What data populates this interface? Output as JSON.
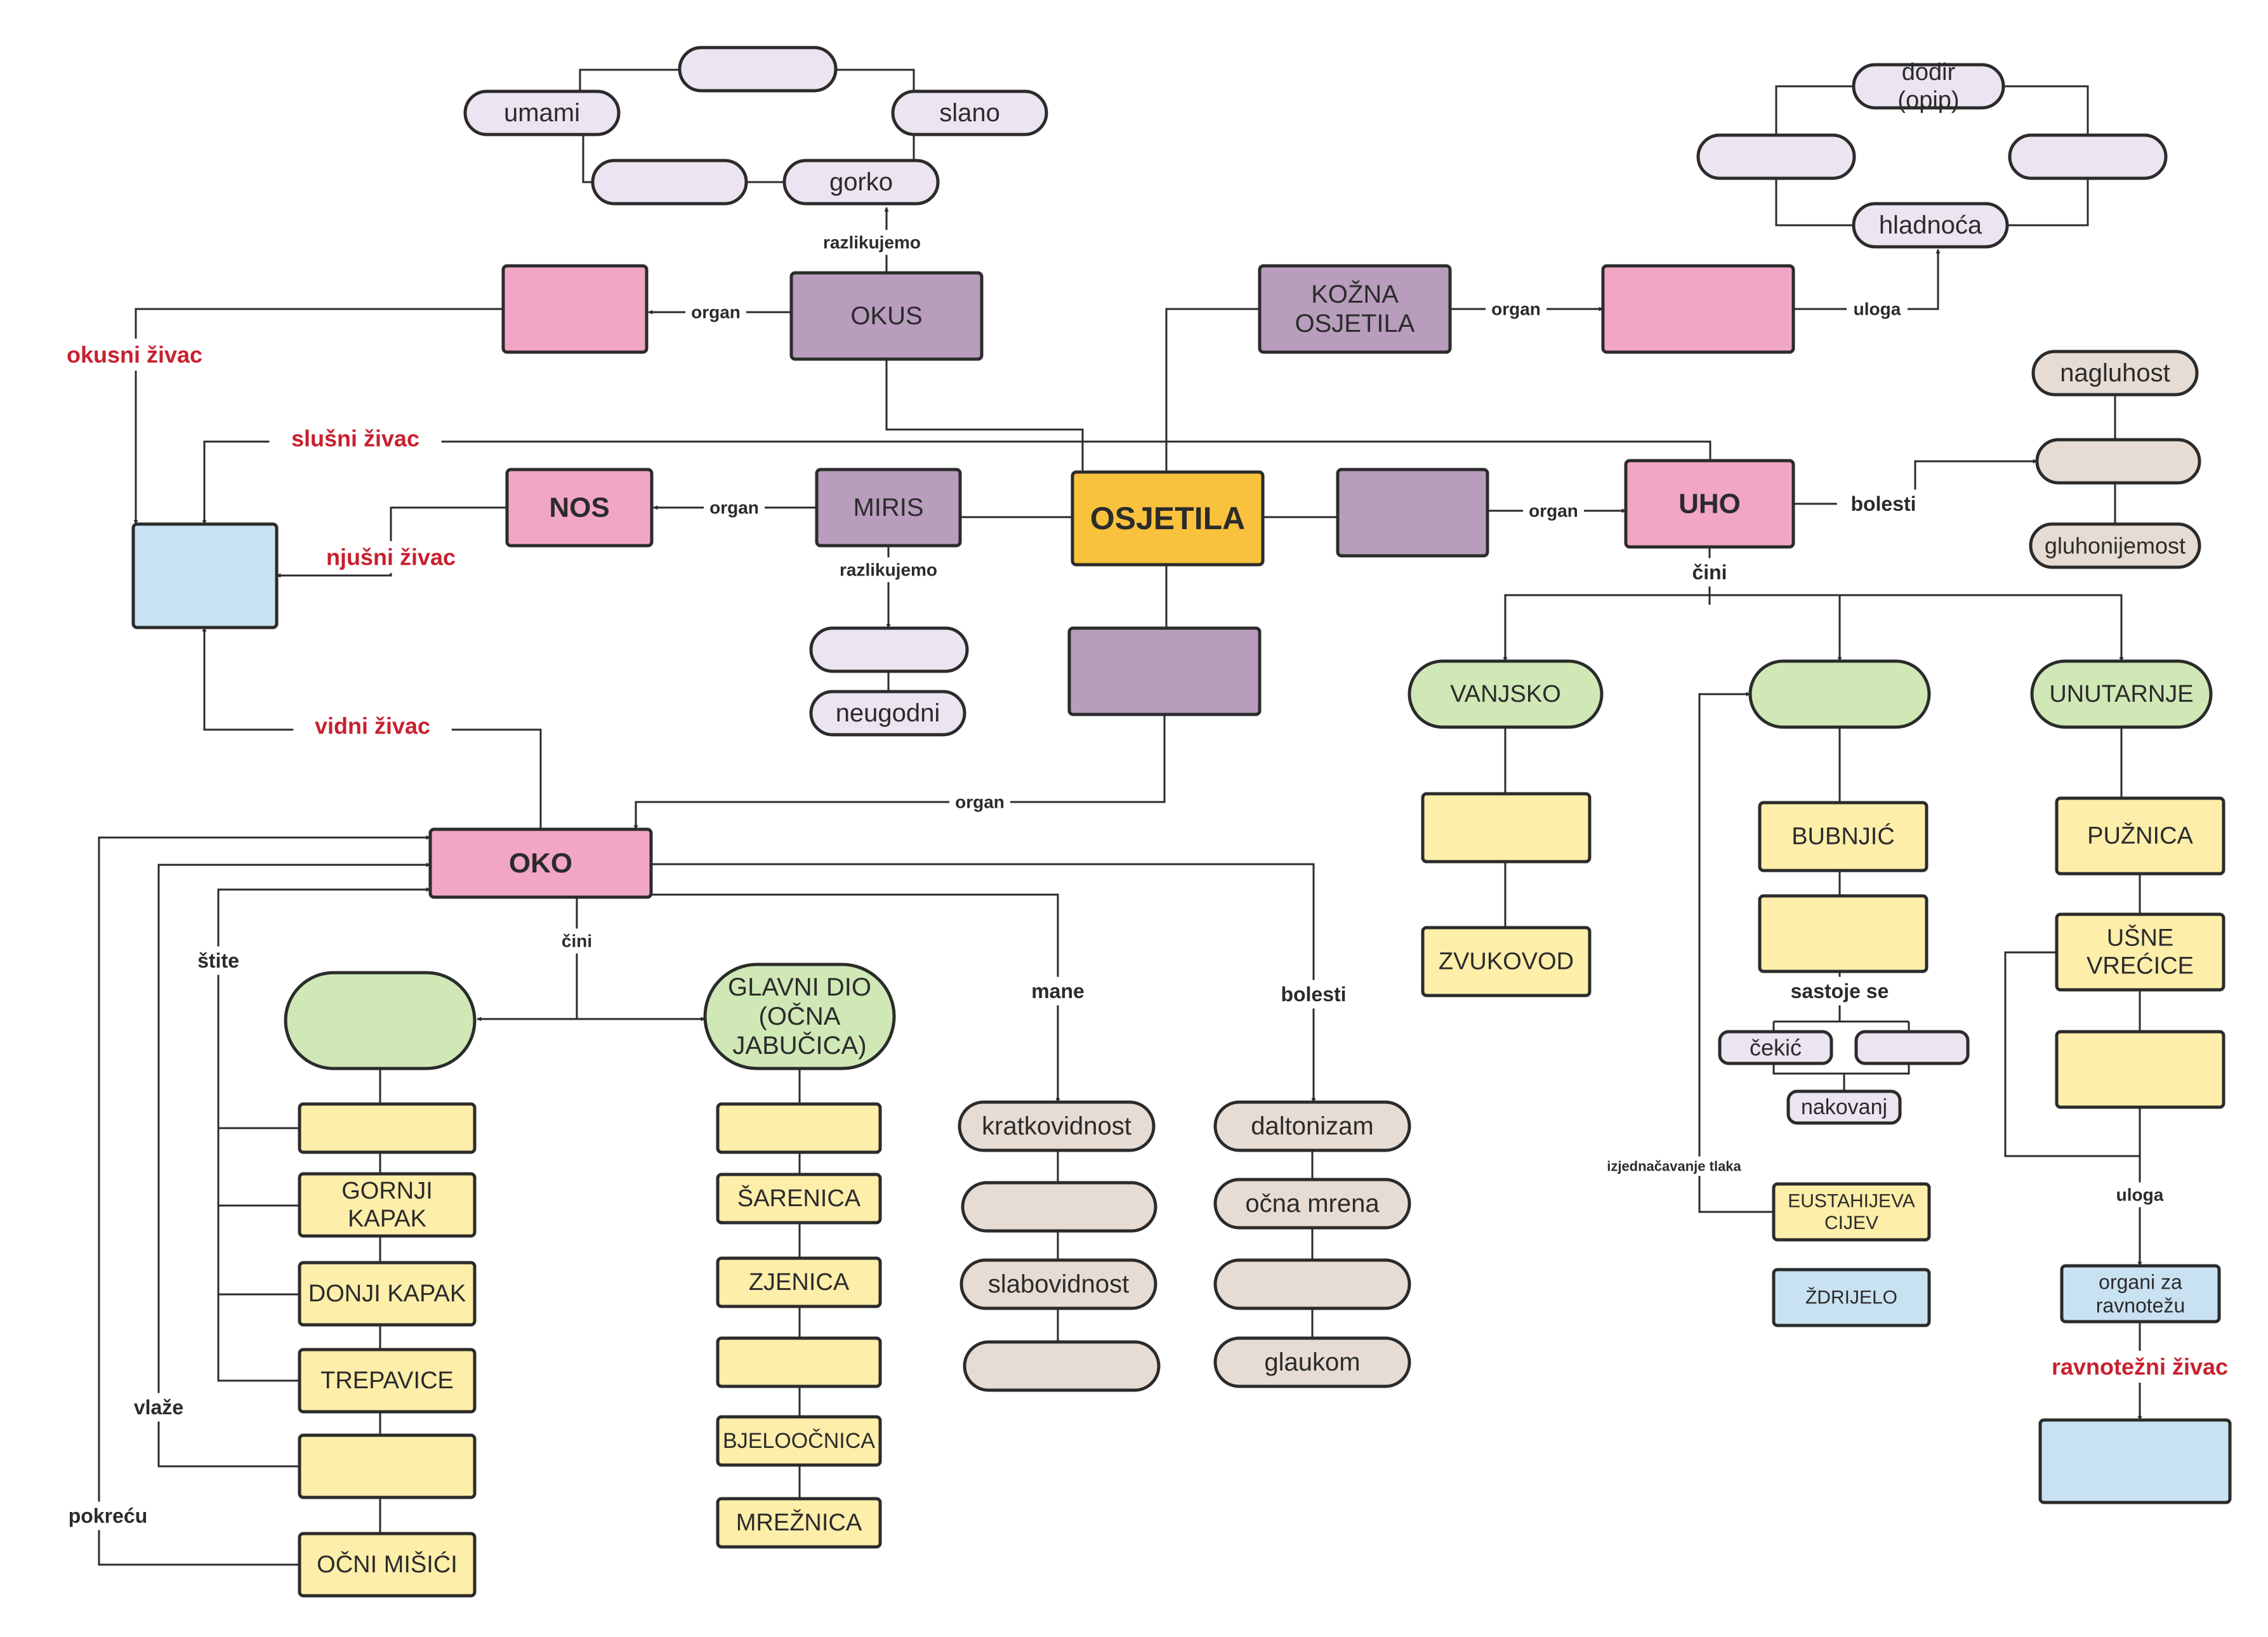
{
  "palette": {
    "orange": "#f9c23c",
    "purple": "#b89dbd",
    "pink": "#f2a6c6",
    "blue": "#c9e2f1",
    "green": "#cfe8b6",
    "yellow": "#fdeeaa",
    "lavender": "#ece4f0",
    "beige": "#e7dcd3",
    "line": "#2b2b2b",
    "red_text": "#c8202f"
  },
  "nodes": {
    "osjetila": "OSJETILA",
    "okus": "OKUS",
    "okus_organ": "",
    "umami": "umami",
    "taste_top": "",
    "slano": "slano",
    "taste_blank": "",
    "gorko": "gorko",
    "kozna_osjetila": "KOŽNA OSJETILA",
    "koza_organ": "",
    "dodir": "dodir (opip)",
    "skin_left": "",
    "skin_right": "",
    "hladnoca": "hladnoća",
    "mozak": "",
    "nos": "NOS",
    "miris": "MIRIS",
    "smell_blank": "",
    "neugodni": "neugodni",
    "sluh": "",
    "uho": "UHO",
    "nagluhost": "nagluhost",
    "ear_disease_blank": "",
    "gluhonijemost": "gluhonijemost",
    "vid": "",
    "oko": "OKO",
    "vanjsko": "VANJSKO",
    "srednje": "",
    "unutarnje": "UNUTARNJE",
    "outer_blank": "",
    "zvukovod": "ZVUKOVOD",
    "bubnjic": "BUBNJIĆ",
    "koscice": "",
    "cekic": "čekić",
    "bone_blank": "",
    "nakovanj": "nakovanj",
    "eustahijeva": "EUSTAHIJEVA CIJEV",
    "zdrijelo": "ŽDRIJELO",
    "puznica": "PUŽNICA",
    "usne_vrecice": "UŠNE VREĆICE",
    "inner_blank": "",
    "organi_ravnoteza": "organi za ravnotežu",
    "balance_target": "",
    "pomocni": "",
    "glavni_dio": "GLAVNI DIO (OČNA JABUČICA)",
    "aux_blank1": "",
    "gornji_kapak": "GORNJI KAPAK",
    "donji_kapak": "DONJI KAPAK",
    "trepavice": "TREPAVICE",
    "aux_blank2": "",
    "ocni_misici": "OČNI MIŠIĆI",
    "main_blank1": "",
    "sarenica": "ŠARENICA",
    "zjenica": "ZJENICA",
    "main_blank2": "",
    "bjeloocnica": "BJELOOČNICA",
    "mreznica": "MREŽNICA",
    "kratkovidnost": "kratkovidnost",
    "mane_blank1": "",
    "slabovidnost": "slabovidnost",
    "mane_blank2": "",
    "daltonizam": "daltonizam",
    "ocna_mrena": "očna mrena",
    "bolesti_blank": "",
    "glaukom": "glaukom"
  },
  "labels": {
    "razlikujemo": "razlikujemo",
    "organ": "organ",
    "uloga": "uloga",
    "bolesti": "bolesti",
    "cini": "čini",
    "mane": "mane",
    "stite": "štite",
    "vlaze": "vlaže",
    "pokrecu": "pokreću",
    "sastoje_se": "sastoje se",
    "izjednacavanje_tlaka": "izjednačavanje tlaka",
    "okusni_zivac": "okusni živac",
    "slusni_zivac": "slušni živac",
    "njusni_zivac": "njušni živac",
    "vidni_zivac": "vidni živac",
    "ravnotezni_zivac": "ravnotežni živac"
  }
}
